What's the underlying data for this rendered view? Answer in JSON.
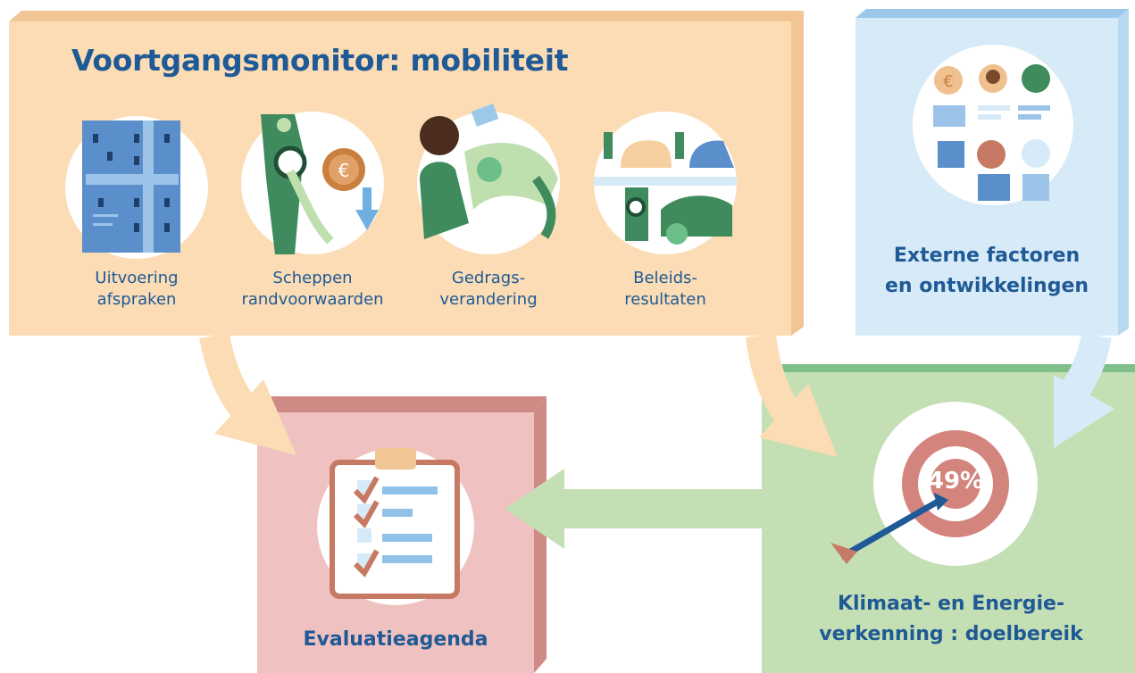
{
  "monitor": {
    "title": "Voortgangsmonitor: mobiliteit",
    "items": [
      {
        "line1": "Uitvoering",
        "line2": "afspraken"
      },
      {
        "line1": "Scheppen",
        "line2": "randvoorwaarden"
      },
      {
        "line1": "Gedrags-",
        "line2": "verandering"
      },
      {
        "line1": "Beleids-",
        "line2": "resultaten"
      }
    ]
  },
  "external": {
    "line1": "Externe factoren",
    "line2": "en ontwikkelingen"
  },
  "evaluation": {
    "label": "Evaluatieagenda"
  },
  "kev": {
    "line1": "Klimaat- en Energie-",
    "line2": "verkenning : doelbereik",
    "target_value": "49%"
  },
  "colors": {
    "orange_panel": "#fbdcb4",
    "blue_panel": "#d7eaf7",
    "pink_panel": "#efc1c0",
    "green_panel": "#c4dfb4",
    "text_blue": "#1f5a96"
  },
  "icons": {
    "external_symbols": [
      "euro-icon",
      "person-icon",
      "tree-icon",
      "math-formula-icon",
      "lightning-icon"
    ]
  }
}
